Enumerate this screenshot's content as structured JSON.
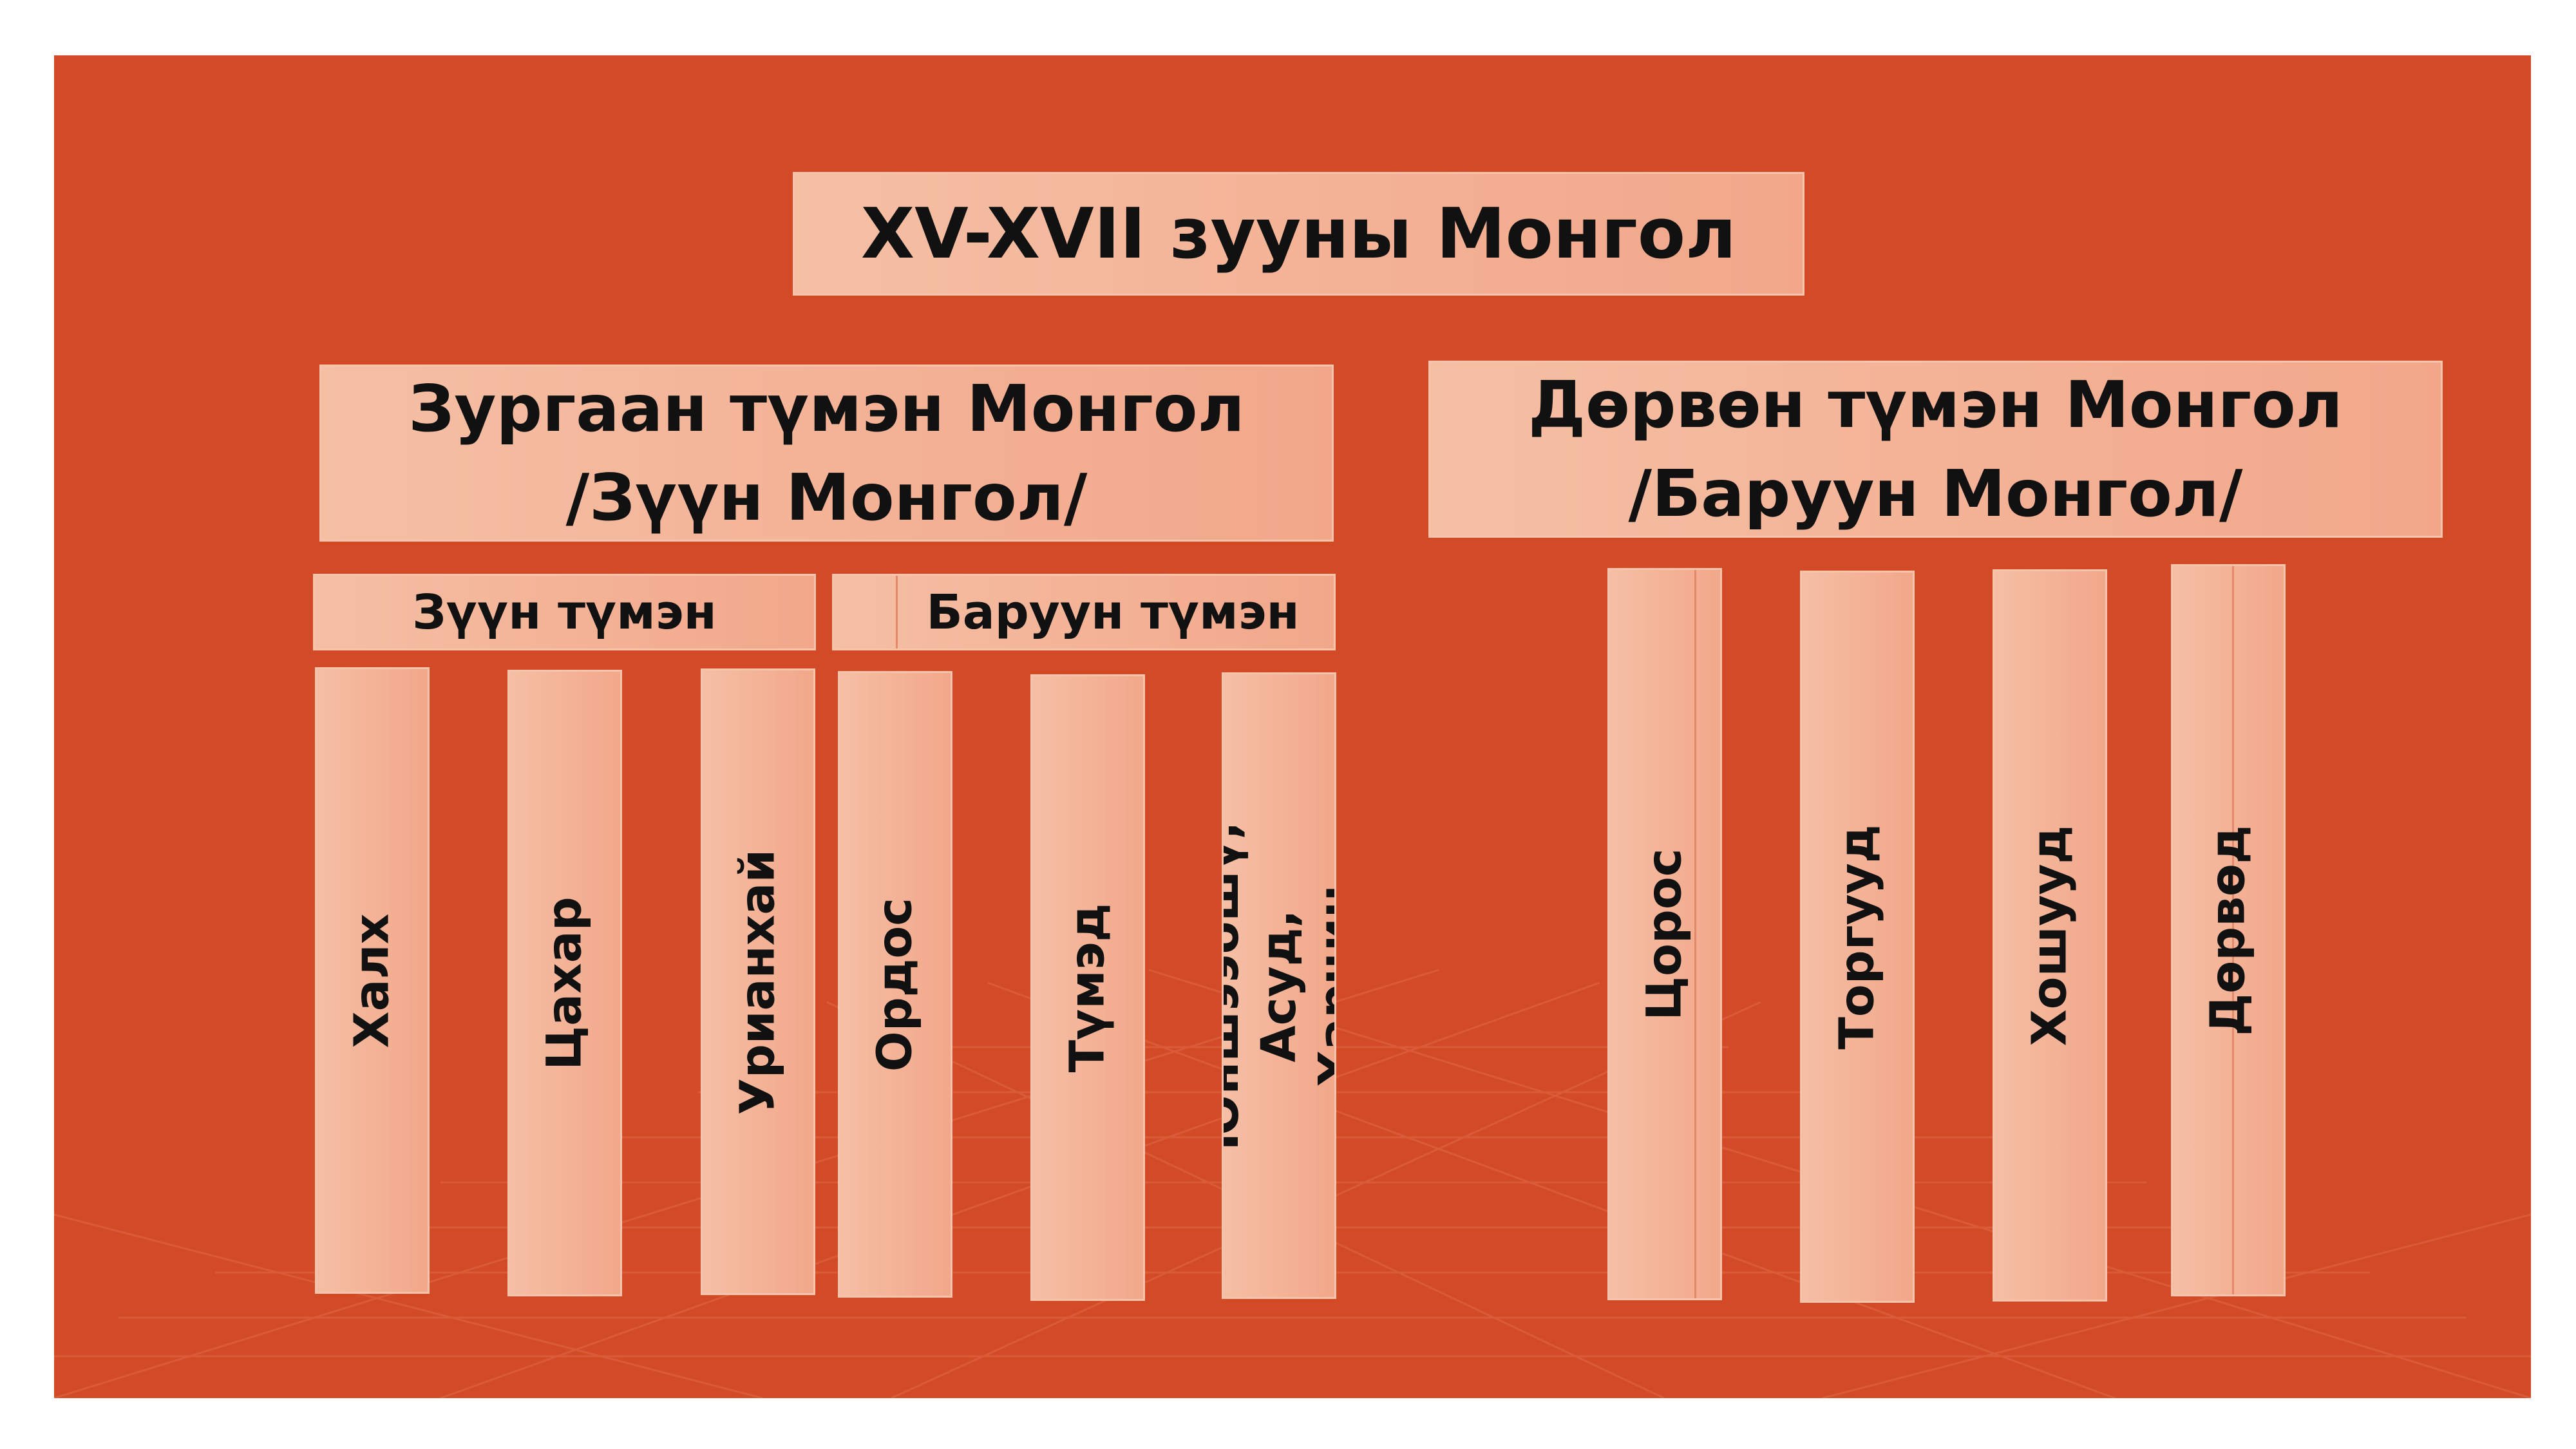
{
  "title": "XV-XVII зууны Монгол",
  "left_group": {
    "heading": "Зургаан түмэн Монгол\n/Зүүн Монгол/",
    "subgroups": [
      "Зүүн түмэн",
      "Баруун түмэн"
    ],
    "columns": [
      "Халх",
      "Цахар",
      "Урианхай",
      "Ордос",
      "Түмэд",
      "Юншээбшү, Асуд,\nХарчин"
    ]
  },
  "right_group": {
    "heading": "Дөрвөн түмэн Монгол\n/Баруун Монгол/",
    "columns": [
      "Цорос",
      "Торгууд",
      "Хошууд",
      "Дөрвөд"
    ]
  },
  "colors": {
    "background": "#d34a27",
    "box_light": "#f5bfa4",
    "box_dark": "#f2a78a",
    "text": "#111111"
  }
}
